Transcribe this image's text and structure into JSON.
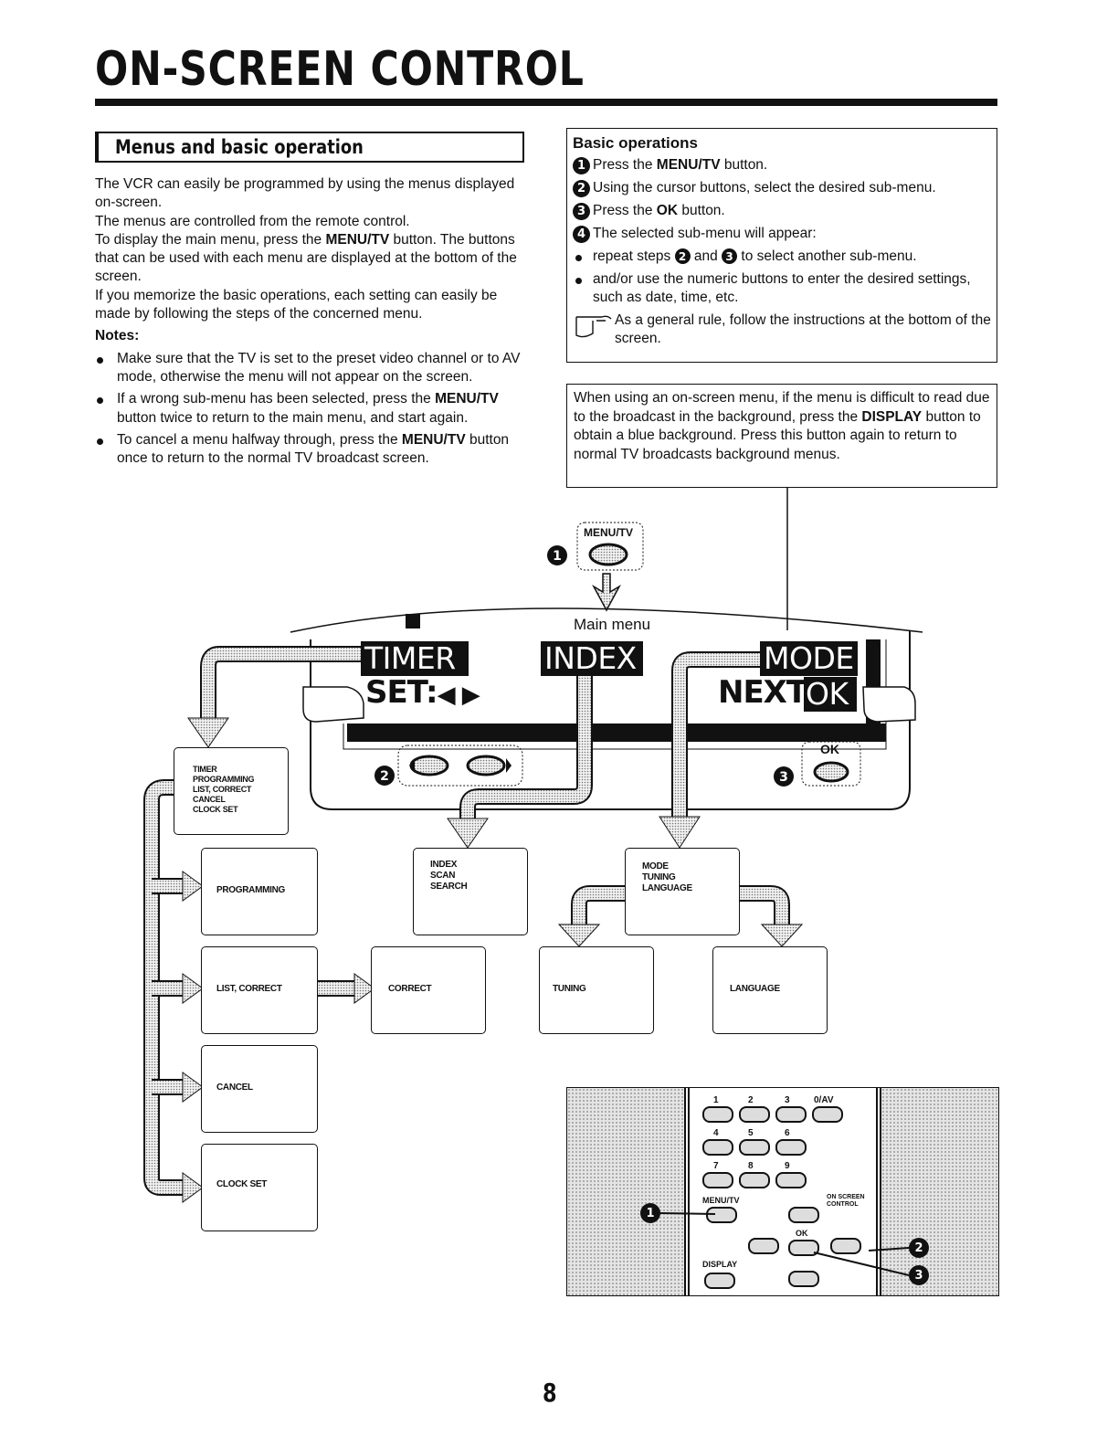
{
  "page": {
    "title": "ON-SCREEN CONTROL",
    "page_number": "8"
  },
  "section": {
    "heading": "Menus and basic operation",
    "paragraphs": [
      "The VCR can easily be programmed by using the menus displayed on-screen.",
      "The menus are controlled from the remote control."
    ],
    "display_main_pre": "To display the main menu, press the ",
    "display_main_bold": "MENU/TV",
    "display_main_post": " button. The buttons that can be used with each menu are displayed at the bottom of the screen.",
    "memorize": "If you memorize the basic operations, each setting can easily be made by following the steps of the concerned menu.",
    "notes_heading": "Notes:",
    "note1": "Make sure that the TV is set to the preset video channel or to AV mode, otherwise the menu will not appear on the screen.",
    "note2_pre": "If a wrong sub-menu has been selected, press the ",
    "note2_bold": "MENU/TV",
    "note2_post": " button twice to return to the main menu, and start again.",
    "note3_pre": "To cancel a menu halfway through, press the ",
    "note3_bold": "MENU/TV",
    "note3_post": " button once to return to the normal TV broadcast screen."
  },
  "basic": {
    "heading": "Basic operations",
    "s1_pre": "Press the ",
    "s1_bold": "MENU/TV",
    "s1_post": " button.",
    "s2": "Using the cursor buttons, select the desired sub-menu.",
    "s3_pre": "Press the ",
    "s3_bold": "OK",
    "s3_post": " button.",
    "s4": "The selected sub-menu will appear:",
    "b1_pre": "repeat steps ",
    "b1_mid": " and ",
    "b1_post": " to select another sub-menu.",
    "b2": "and/or use the numeric buttons to enter the desired settings, such as date, time, etc.",
    "hint": "As a general rule, follow the instructions at the bottom of the screen.",
    "n1": "1",
    "n2": "2",
    "n3": "3",
    "n4": "4"
  },
  "display_note": {
    "pre": "When using an on-screen menu, if the menu is difficult to read due to the broadcast in the background, press the ",
    "bold": "DISPLAY",
    "post": " button to obtain a blue background. Press this button again to return to normal TV broadcasts background menus."
  },
  "diagram": {
    "menu_tv_label": "MENU/TV",
    "main_menu_label": "Main menu",
    "osd_timer": "TIMER",
    "osd_index": "INDEX",
    "osd_mode": "MODE",
    "osd_set": "SET:",
    "osd_next": "NEXT:",
    "osd_ok": "OK",
    "ok_label": "OK",
    "screens": {
      "timer_menu": "TIMER\nPROGRAMMING\nLIST, CORRECT\nCANCEL\nCLOCK SET",
      "programming": "PROGRAMMING",
      "list_correct": "LIST, CORRECT",
      "cancel": "CANCEL",
      "clock_set": "CLOCK SET",
      "correct": "CORRECT",
      "index_menu": "INDEX\nSCAN\nSEARCH",
      "mode_menu": "MODE\nTUNING\nLANGUAGE",
      "tuning": "TUNING",
      "language": "LANGUAGE"
    }
  },
  "remote": {
    "keys": [
      "1",
      "2",
      "3",
      "0/AV",
      "4",
      "5",
      "6",
      "7",
      "8",
      "9"
    ],
    "menu_tv": "MENU/TV",
    "on_screen_control": "ON SCREEN\nCONTROL",
    "ok": "OK",
    "display": "DISPLAY"
  }
}
